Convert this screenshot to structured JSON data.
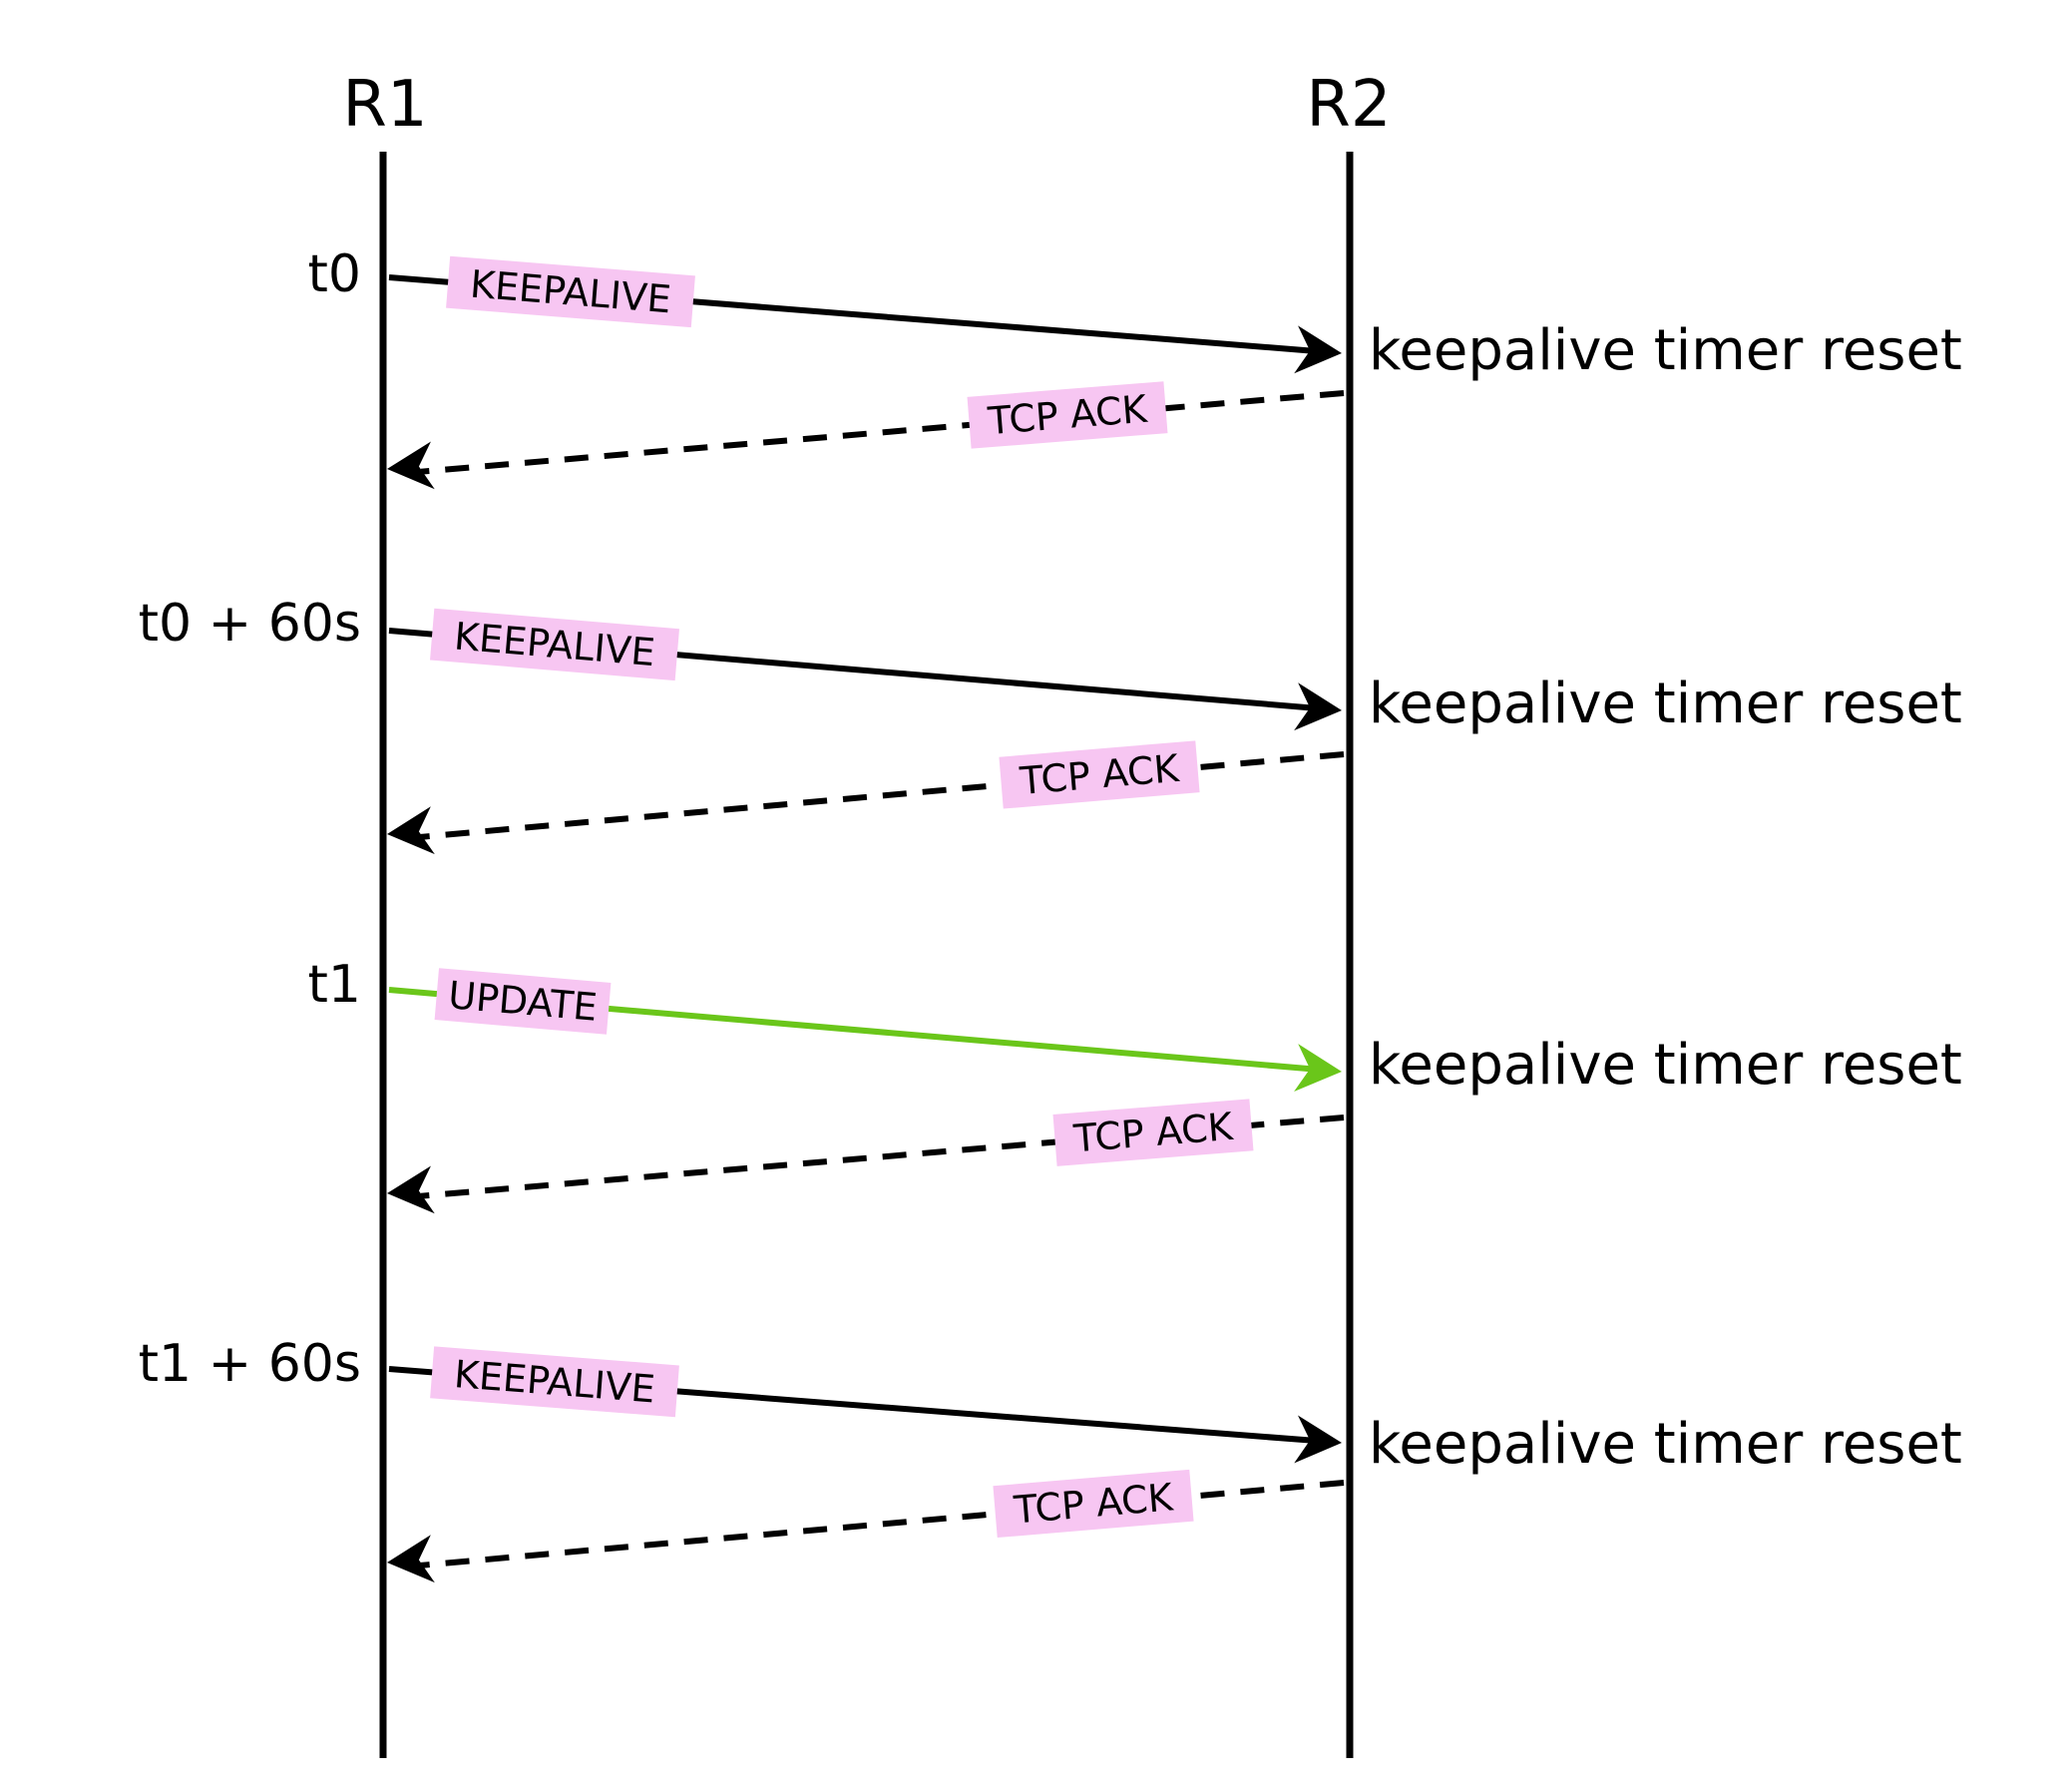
{
  "nodes": {
    "left": "R1",
    "right": "R2"
  },
  "colors": {
    "normal": "#000000",
    "update": "#6ac61a",
    "label_bg": "#f7c6f2"
  },
  "exchanges": [
    {
      "time": "t0",
      "send": {
        "label": "KEEPALIVE",
        "kind": "keepalive"
      },
      "note": "keepalive timer reset",
      "ack": {
        "label": "TCP ACK"
      }
    },
    {
      "time": "t0 + 60s",
      "send": {
        "label": "KEEPALIVE",
        "kind": "keepalive"
      },
      "note": "keepalive timer reset",
      "ack": {
        "label": "TCP ACK"
      }
    },
    {
      "time": "t1",
      "send": {
        "label": "UPDATE",
        "kind": "update"
      },
      "note": "keepalive timer reset",
      "ack": {
        "label": "TCP ACK"
      }
    },
    {
      "time": "t1 + 60s",
      "send": {
        "label": "KEEPALIVE",
        "kind": "keepalive"
      },
      "note": "keepalive timer reset",
      "ack": {
        "label": "TCP ACK"
      }
    }
  ]
}
